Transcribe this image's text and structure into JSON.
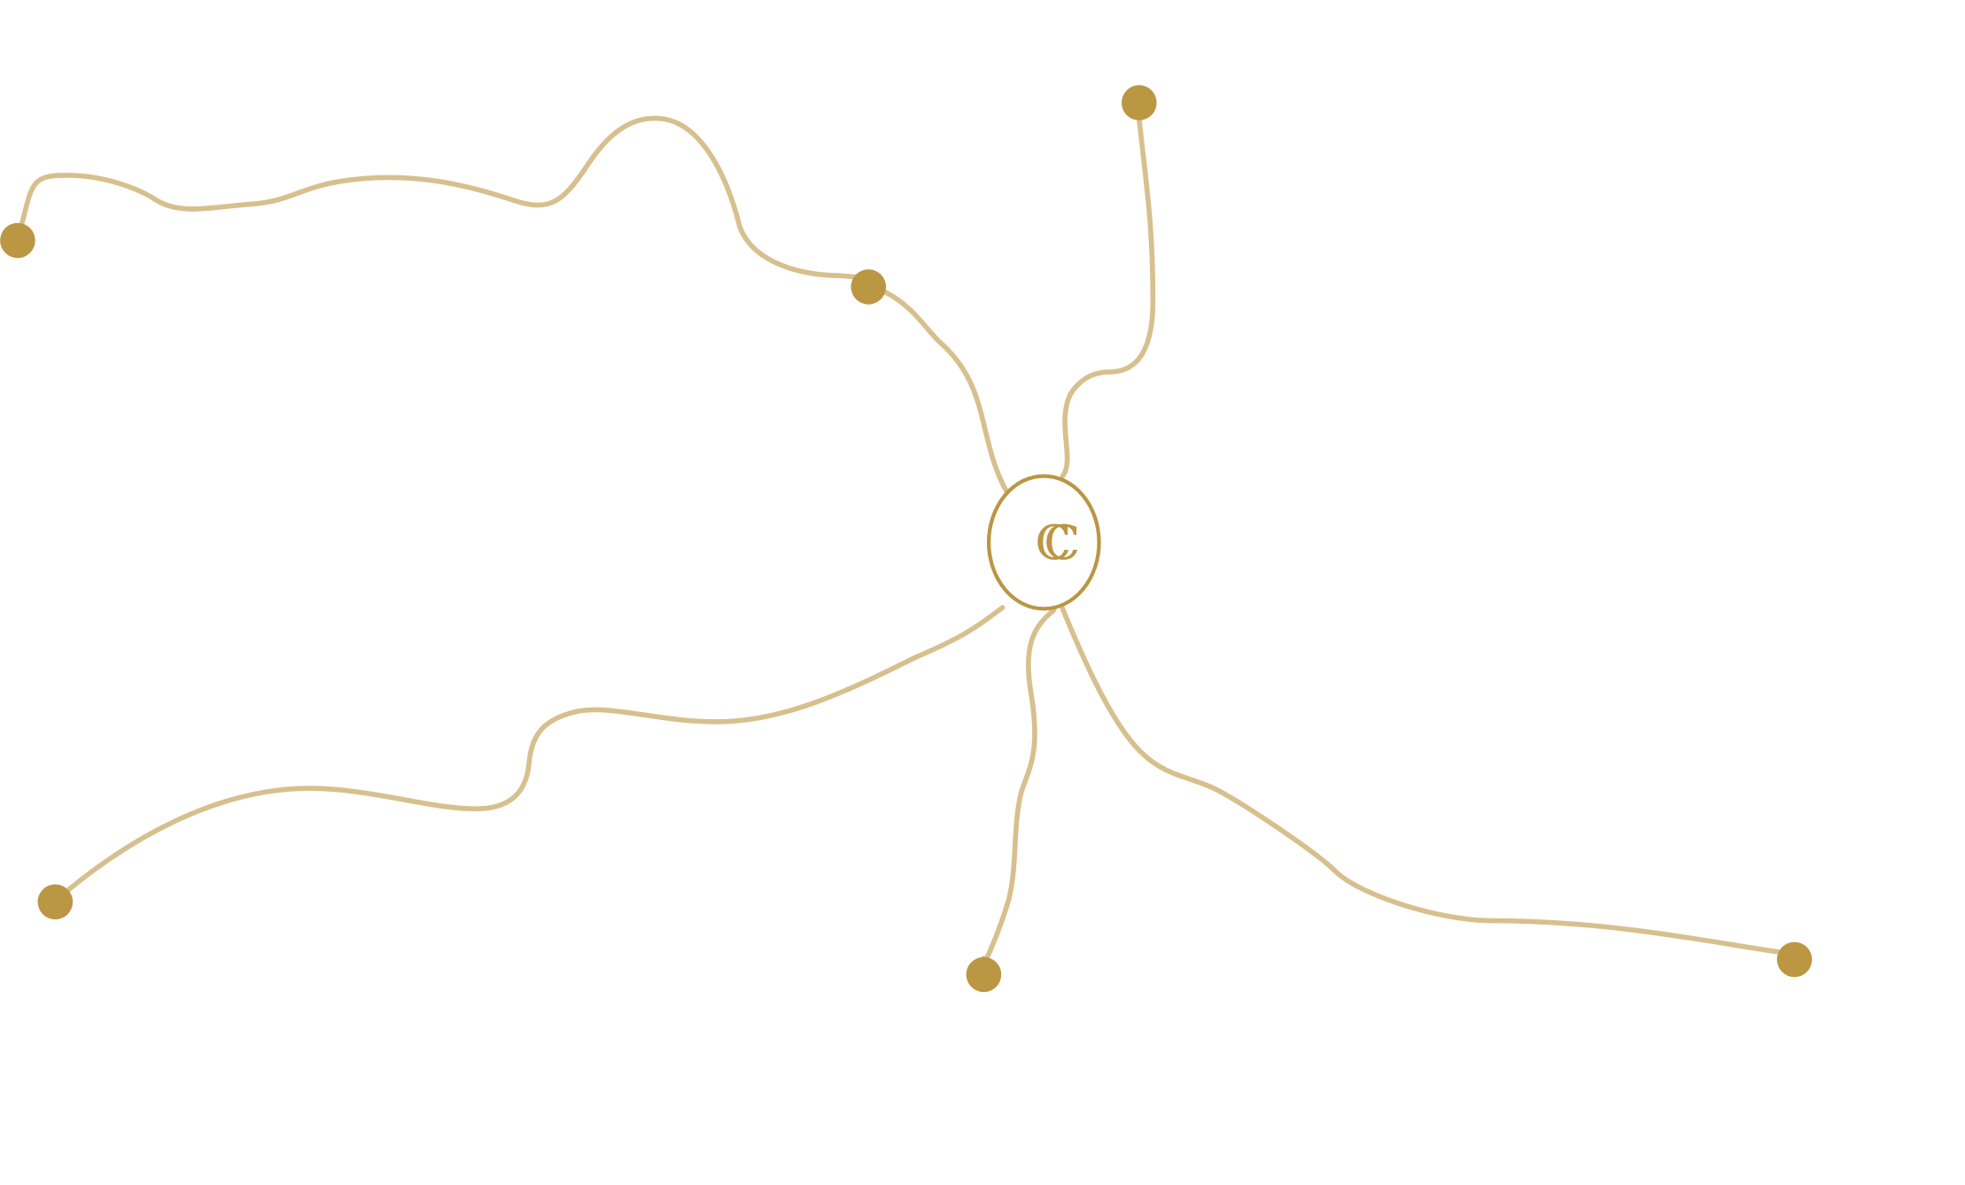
{
  "logo": {
    "monogram": "CC"
  },
  "colors": {
    "accent": "#bb9643",
    "line": "#d7c08e",
    "background": "#ffffff"
  },
  "nodes": [
    {
      "id": "node-left-top"
    },
    {
      "id": "node-mid-top"
    },
    {
      "id": "node-top"
    },
    {
      "id": "node-left-bottom"
    },
    {
      "id": "node-bottom"
    },
    {
      "id": "node-right"
    }
  ]
}
